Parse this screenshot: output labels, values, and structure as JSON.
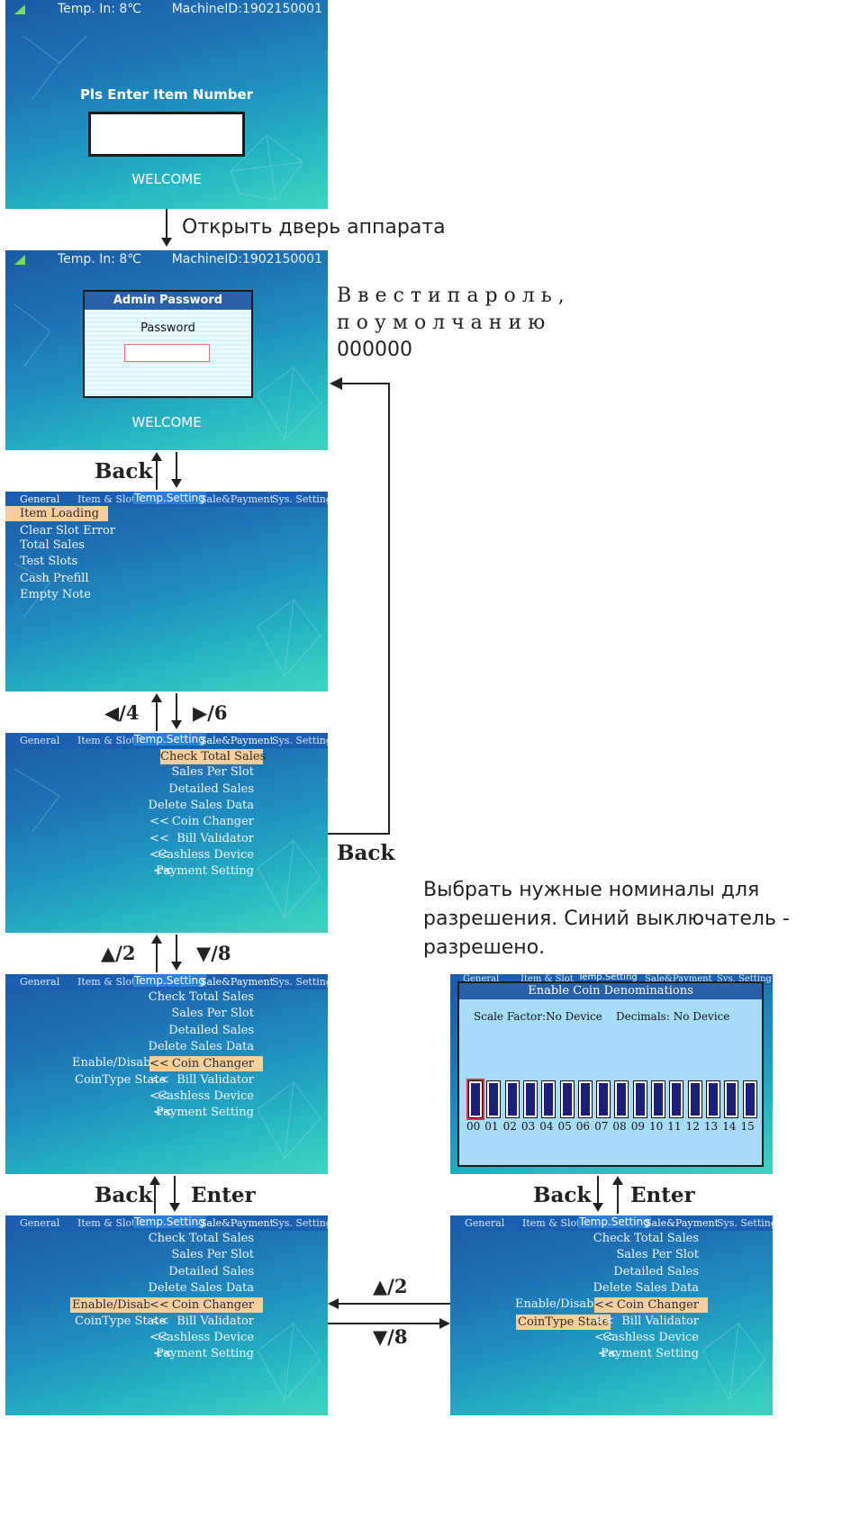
{
  "status_bar": {
    "temp": "Temp. In: 8℃",
    "machine_id": "MachineID:1902150001"
  },
  "welcome_screen": {
    "prompt": "Pls Enter Item Number",
    "footer": "WELCOME"
  },
  "step_open_door": "Открыть дверь аппарата",
  "password_screen": {
    "title": "Admin Password",
    "label": "Password",
    "footer": "WELCOME"
  },
  "password_note": {
    "line1": "В в е с т и   п а р о л ь ,",
    "line2": "п о   у м о л ч а н и ю",
    "line3": "000000"
  },
  "tabs": {
    "general": "General",
    "item_slot": "Item & Slot",
    "temp": "Temp.Setting",
    "sale": "Sale&Payment",
    "sys": "Sys. Setting"
  },
  "general_menu": [
    "Item Loading",
    "Clear Slot Error",
    "Total Sales",
    "Test Slots",
    "Cash Prefill",
    "Empty Note"
  ],
  "sale_menu": [
    "Check Total Sales",
    "Sales Per Slot",
    "Detailed Sales",
    "Delete Sales Data",
    "Coin Changer",
    "Bill Validator",
    "Cashless Device",
    "Payment Setting"
  ],
  "sub_prefix": "<<",
  "coin_options": {
    "enable": "Enable/Disable",
    "state": "CoinType State"
  },
  "labels": {
    "back": "Back",
    "enter": "Enter",
    "left4": "◀/4",
    "right6": "▶/6",
    "up2": "▲/2",
    "down8": "▼/8"
  },
  "coin_note": {
    "line1": "Выбрать нужные номиналы для",
    "line2": "разрешения. Синий выключатель -",
    "line3": "разрешено."
  },
  "coin_dialog": {
    "title": "Enable Coin Denominations",
    "info": "Scale Factor:No Device    Decimals: No Device",
    "coins": [
      "00",
      "01",
      "02",
      "03",
      "04",
      "05",
      "06",
      "07",
      "08",
      "09",
      "10",
      "11",
      "12",
      "13",
      "14",
      "15"
    ],
    "selected_index": 0
  },
  "colors": {
    "screen_top": "#1a5aa6",
    "screen_bottom": "#3fd4c0",
    "highlight": "#f8cf9a",
    "switch_on": "#1c1f7a",
    "dialog_bg": "#a6dcf7",
    "dialog_title": "#2a60a8"
  }
}
